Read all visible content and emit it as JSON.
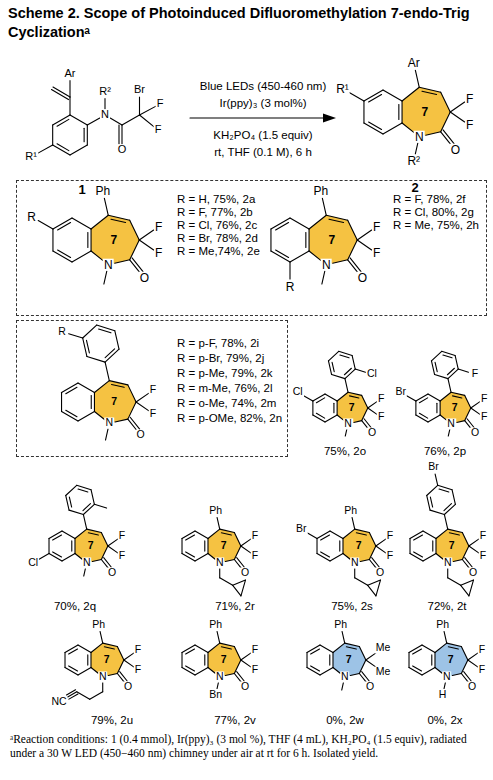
{
  "diagram": {
    "title": "Scheme 2. Scope of Photoinduced Difluoromethylation 7-endo-Trig Cyclizationᵃ",
    "caption": "ᵃReaction conditions: 1 (0.4 mmol), Ir(ppy)₃ (3 mol %), THF (4 mL), KH₂PO₄ (1.5 equiv), radiated under a 30 W LED (450−460 nm) chimney under air at rt for 6 h. Isolated yield.",
    "nodes": [
      {
        "text": [
          "R = H, 75%, 2a",
          "R = F, 77%, 2b",
          "R = Cl, 76%, 2c",
          "R = Br, 78%, 2d",
          "R = Me,74%, 2e",
          "R = F, 78%, 2f",
          "R = Cl, 80%, 2g",
          "R = Me, 75%, 2h"
        ]
      },
      {
        "text": [
          "R = p-F, 78%, 2i",
          "R = p-Br, 79%, 2j",
          "R = p-Me, 79%, 2k",
          "R = m-Me, 76%, 2l",
          "R = o-Me, 74%, 2m",
          "R = p-OMe, 82%, 2n"
        ]
      }
    ],
    "labels": [
      "Ar",
      "R²",
      "N",
      "O",
      "Br",
      "F",
      "F",
      "R¹",
      "1",
      "Blue LEDs (450-460 nm)",
      "Ir(ppy)₃ (3 mol%)",
      "KH₂PO₄ (1.5 equiv)",
      "rt, THF (0.1 M), 6 h",
      "Ar",
      "R¹",
      "7",
      "F",
      "F",
      "N",
      "O",
      "R²",
      "2",
      "Ph",
      "R",
      "7",
      "F",
      "F",
      "N",
      "O",
      "Ph",
      "R",
      "7",
      "F",
      "F",
      "N",
      "O",
      "R",
      "7",
      "F",
      "F",
      "N",
      "O",
      "Cl",
      "Cl",
      "7",
      "F",
      "F",
      "N",
      "O",
      "75%, 2o",
      "F",
      "Br",
      "7",
      "F",
      "F",
      "N",
      "O",
      "76%, 2p",
      "Cl",
      "7",
      "F",
      "F",
      "N",
      "O",
      "70%, 2q",
      "Ph",
      "7",
      "F",
      "F",
      "N",
      "O",
      "71%, 2r",
      "Ph",
      "Br",
      "7",
      "F",
      "F",
      "N",
      "O",
      "75%, 2s",
      "Br",
      "7",
      "F",
      "F",
      "N",
      "O",
      "72%, 2t",
      "Ph",
      "7",
      "F",
      "F",
      "N",
      "O",
      "NC",
      "79%, 2u",
      "Ph",
      "7",
      "F",
      "F",
      "N",
      "O",
      "Bn",
      "77%, 2v",
      "Ph",
      "7",
      "Me",
      "Me",
      "N",
      "O",
      "0%, 2w",
      "Ph",
      "7",
      "F",
      "F",
      "N",
      "O",
      "H",
      "0%, 2x"
    ]
  }
}
